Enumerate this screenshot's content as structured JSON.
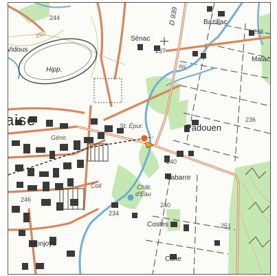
{
  "map": {
    "labels": {
      "road_d939": "D 939",
      "bazillac": "Bazillac",
      "sidous": "Vidous",
      "senac": "Sénac",
      "malac": "Malac",
      "hipp": "Hipp.",
      "laise": "aise",
      "ou": "ou",
      "st_epur": "St. Épur.",
      "padouen": "Padouen",
      "gen": "Géno",
      "labarre": "Labarre",
      "coll": "Coll",
      "chat_eau_1": "Chât.",
      "chat_eau_2": "d'Eau",
      "costes": "Costes",
      "monjoye": "Monjoye",
      "curie": "Curie"
    },
    "elevations": {
      "e244": "244",
      "e233": "233",
      "e237": "237",
      "e236": "236",
      "e240a": "240",
      "e240b": "240",
      "e234": "234",
      "e251": "251",
      "e246": "246",
      "e250": "250"
    },
    "colors": {
      "road": "#d9875a",
      "river": "#7bb7dc",
      "veg": "#b9e3a4",
      "building": "#333333",
      "marker_circle": "#e8601c",
      "marker_arrow": "#f2a51a"
    },
    "marker_icon": "location-pin-icon"
  }
}
